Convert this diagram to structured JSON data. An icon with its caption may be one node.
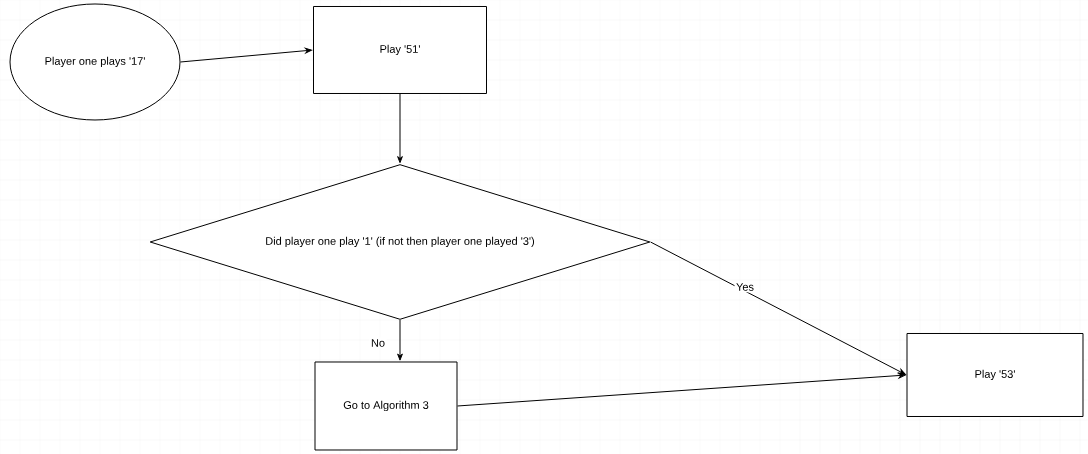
{
  "diagram": {
    "nodes": [
      {
        "text": [
          "Player one plays '17'"
        ]
      },
      {
        "text": [
          "Play '51'"
        ]
      },
      {
        "text": [
          "Did player one play '1' (if not then player one played '3')"
        ]
      },
      {
        "text": [
          "Go to Algorithm 3"
        ]
      },
      {
        "text": [
          "Play '53'"
        ]
      }
    ],
    "edges": [
      {
        "from": 0,
        "to": 1,
        "arrow": "to"
      },
      {
        "from": 1,
        "to": 2,
        "arrow": "to"
      },
      {
        "from": 2,
        "to": 4,
        "arrow": "to",
        "label": "Yes"
      },
      {
        "from": 2,
        "to": 3,
        "arrow": "to",
        "label": "No"
      },
      {
        "from": 3,
        "to": 4,
        "arrow": "to"
      }
    ]
  }
}
